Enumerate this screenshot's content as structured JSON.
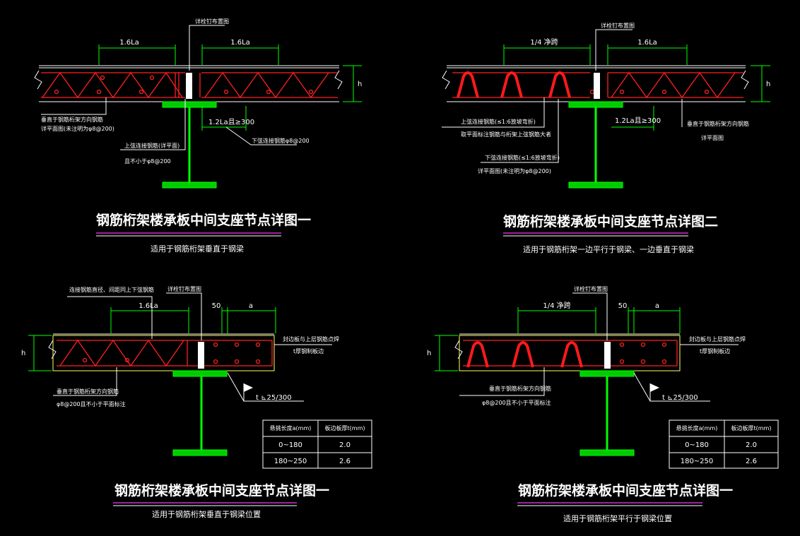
{
  "colors": {
    "background": "#000000",
    "steel": "#00ff00",
    "rebar": "#ff2020",
    "slab": "#ffff66",
    "text": "#ffffff",
    "underline": "#ff33ff"
  },
  "d1": {
    "dim_left": "1.6La",
    "dim_right": "1.6La",
    "h": "h",
    "stud_note": "详栓钉布置图",
    "dim_bottom": "1.2La且≥300",
    "note_a1": "垂直于钢筋桁架方向钢筋",
    "note_a2": "详平面图(未注明为φ8@200)",
    "note_b1": "上弦连接钢筋(详平面)",
    "note_b2": "且不小于φ8@200",
    "note_c": "下弦连接钢筋φ8@200",
    "title": "钢筋桁架楼承板中间支座节点详图一",
    "subtitle": "适用于钢筋桁架垂直于钢梁"
  },
  "d2": {
    "dim_left": "1/4 净跨",
    "dim_right": "1.6La",
    "h": "h",
    "stud_note": "详栓钉布置图",
    "dim_bottom": "1.2La且≥300",
    "note_a1": "上弦连接钢筋(≤1:6放坡弯折)",
    "note_a2": "取平面标注钢筋与桁架上弦钢筋大者",
    "note_b1": "下弦连接钢筋(≤1:6放坡弯折)",
    "note_b2": "详平面图(未注明为φ8@200)",
    "note_c1": "垂直于钢筋桁架方向钢筋",
    "note_c2": "详平面图",
    "title": "钢筋桁架楼承板中间支座节点详图二",
    "subtitle": "适用于钢筋桁架一边平行于钢梁、一边垂直于钢梁"
  },
  "d3": {
    "note_top": "连接钢筋直径、间距同上下弦钢筋",
    "stud_note": "详栓钉布置图",
    "dim_left": "1.6La",
    "dim_50": "50",
    "dim_a": "a",
    "h": "h",
    "side_note1": "封边板与上层钢筋点焊",
    "side_note2": "t厚钢制板边",
    "note_a1": "垂直于钢筋桁架方向钢筋",
    "note_a2": "φ8@200且不小于平面标注",
    "weld": "t ⊾25/300",
    "table": {
      "headers": [
        "悬挑长度a(mm)",
        "板边板厚t(mm)"
      ],
      "rows": [
        [
          "0~180",
          "2.0"
        ],
        [
          "180~250",
          "2.6"
        ]
      ]
    },
    "title": "钢筋桁架楼承板中间支座节点详图一",
    "subtitle": "适用于钢筋桁架垂直于钢梁位置"
  },
  "d4": {
    "stud_note": "详栓钉布置图",
    "dim_left": "1/4 净跨",
    "dim_50": "50",
    "dim_a": "a",
    "h": "h",
    "side_note1": "封边板与上层钢筋点焊",
    "side_note2": "t厚钢制板边",
    "note_a1": "垂直于钢筋桁架方向钢筋",
    "note_a2": "φ8@200且不小于平面标注",
    "weld": "t ⊾25/300",
    "table": {
      "headers": [
        "悬挑长度a(mm)",
        "板边板厚t(mm)"
      ],
      "rows": [
        [
          "0~180",
          "2.0"
        ],
        [
          "180~250",
          "2.6"
        ]
      ]
    },
    "title": "钢筋桁架楼承板中间支座节点详图一",
    "subtitle": "适用于钢筋桁架平行于钢梁位置"
  }
}
